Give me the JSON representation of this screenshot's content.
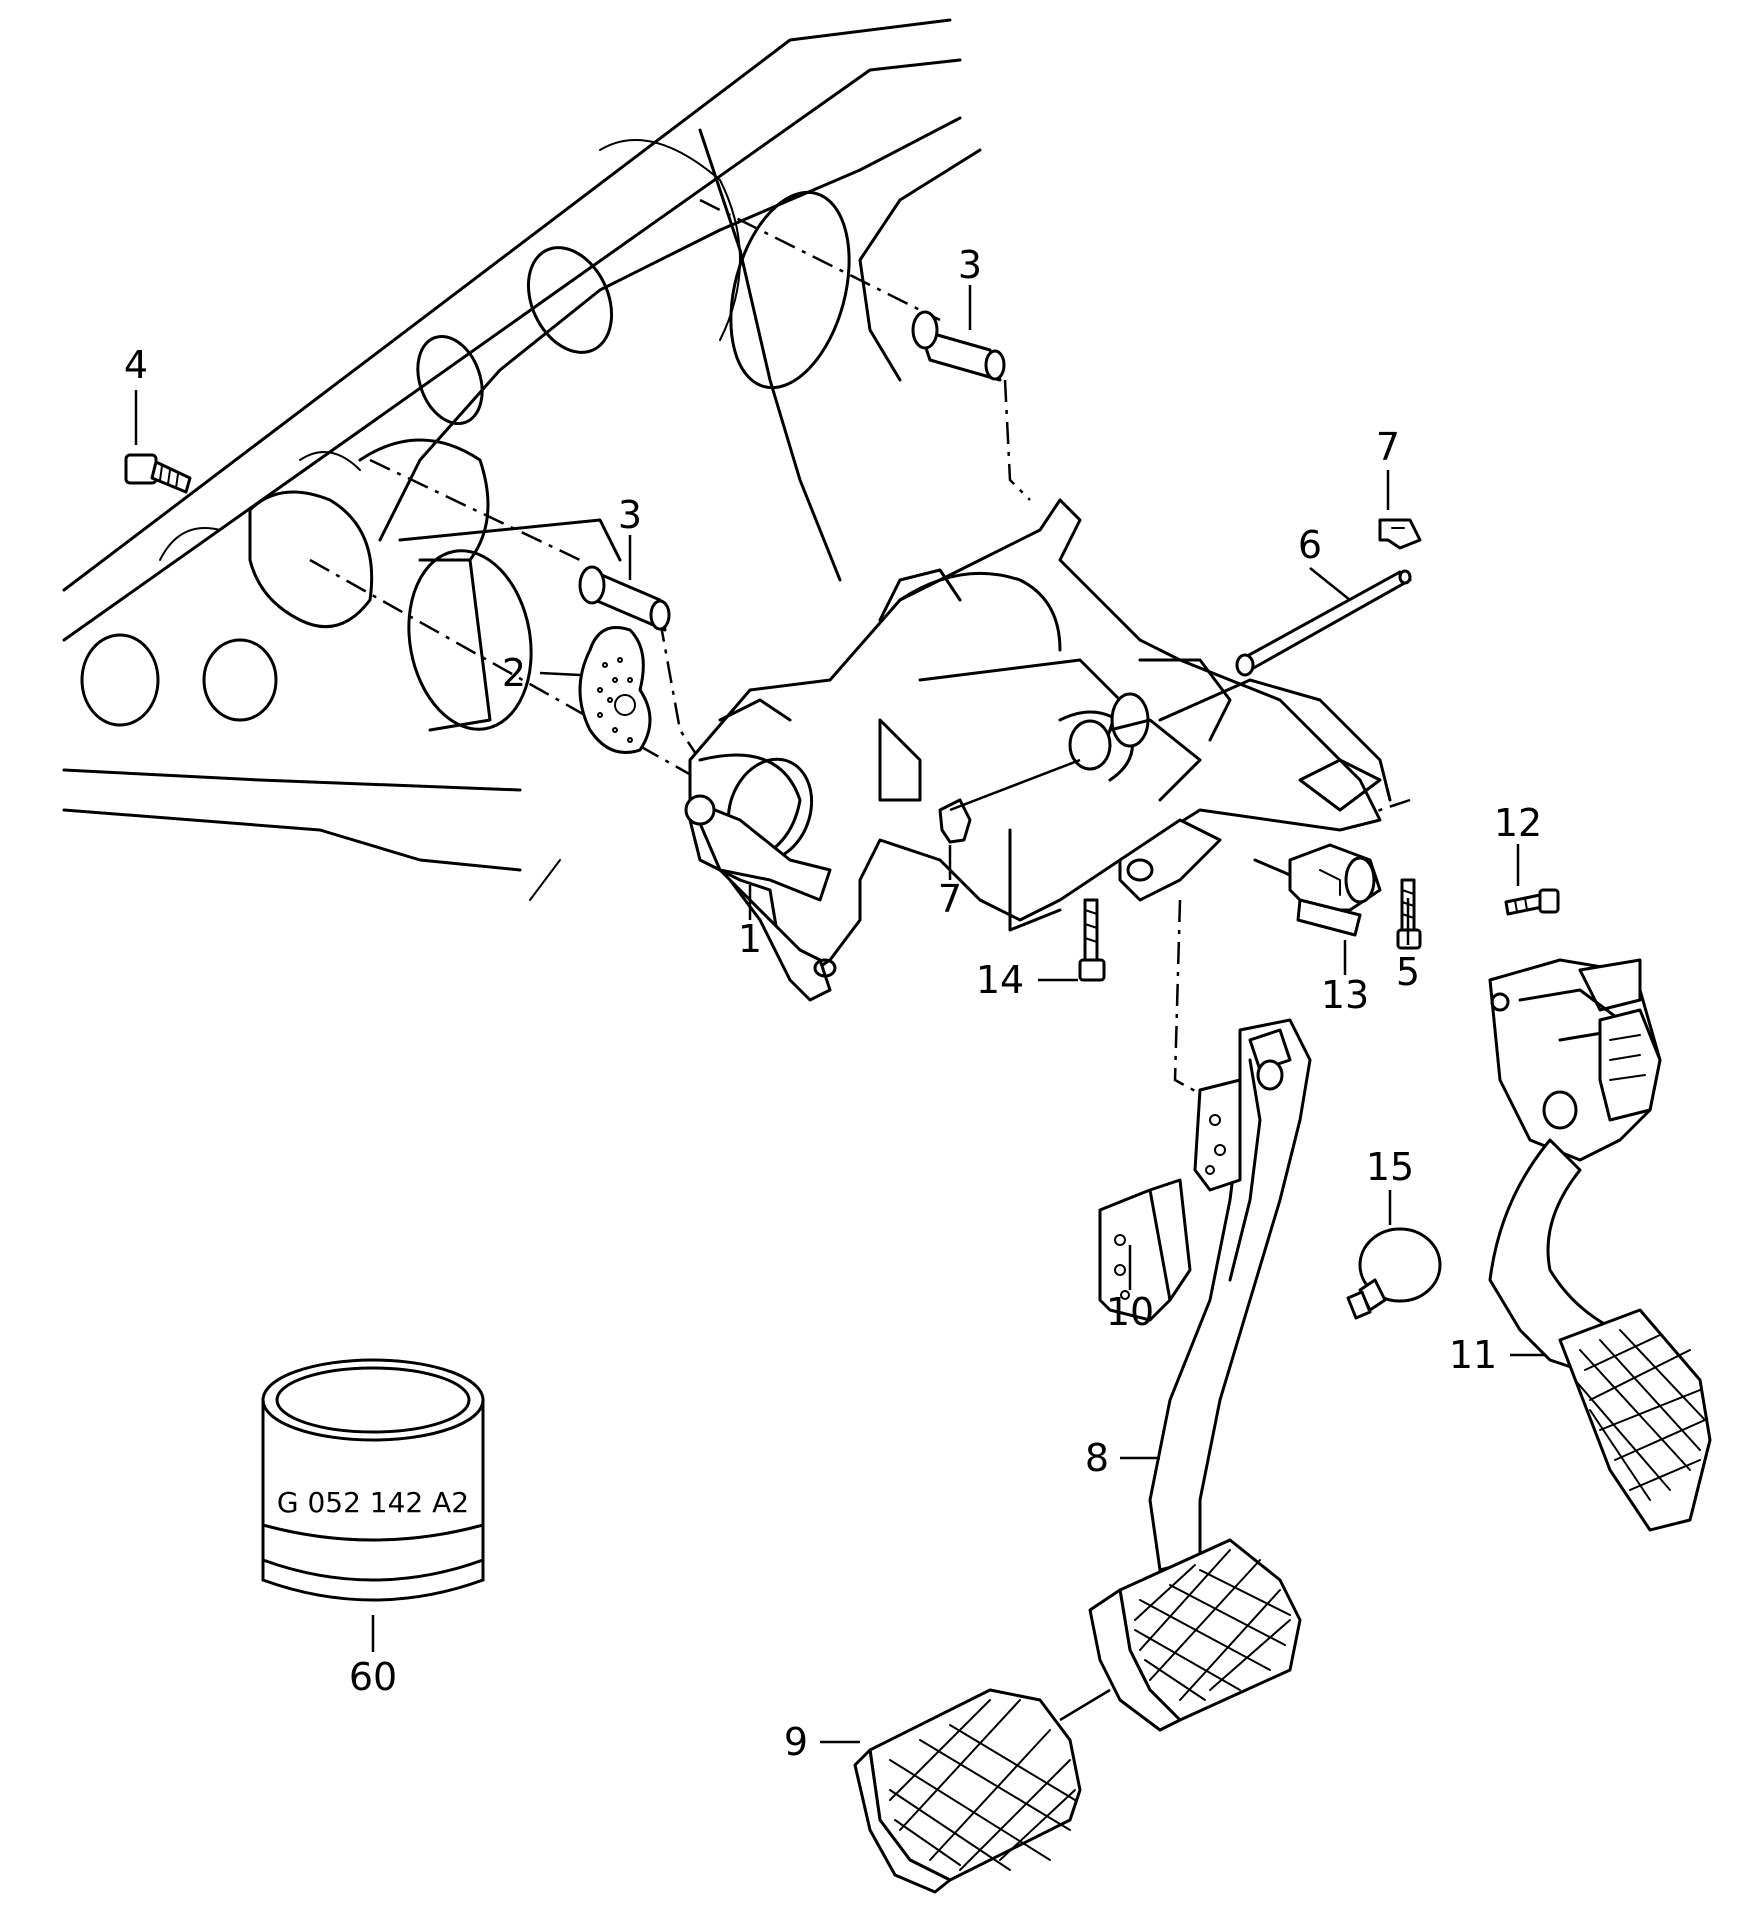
{
  "callouts": {
    "c1": "1",
    "c2": "2",
    "c3a": "3",
    "c3b": "3",
    "c4": "4",
    "c5": "5",
    "c6": "6",
    "c7a": "7",
    "c7b": "7",
    "c8": "8",
    "c9": "9",
    "c10": "10",
    "c11": "11",
    "c12": "12",
    "c13": "13",
    "c14": "14",
    "c15": "15",
    "c60": "60"
  },
  "sleeve_marking": "G 052 142 A2"
}
